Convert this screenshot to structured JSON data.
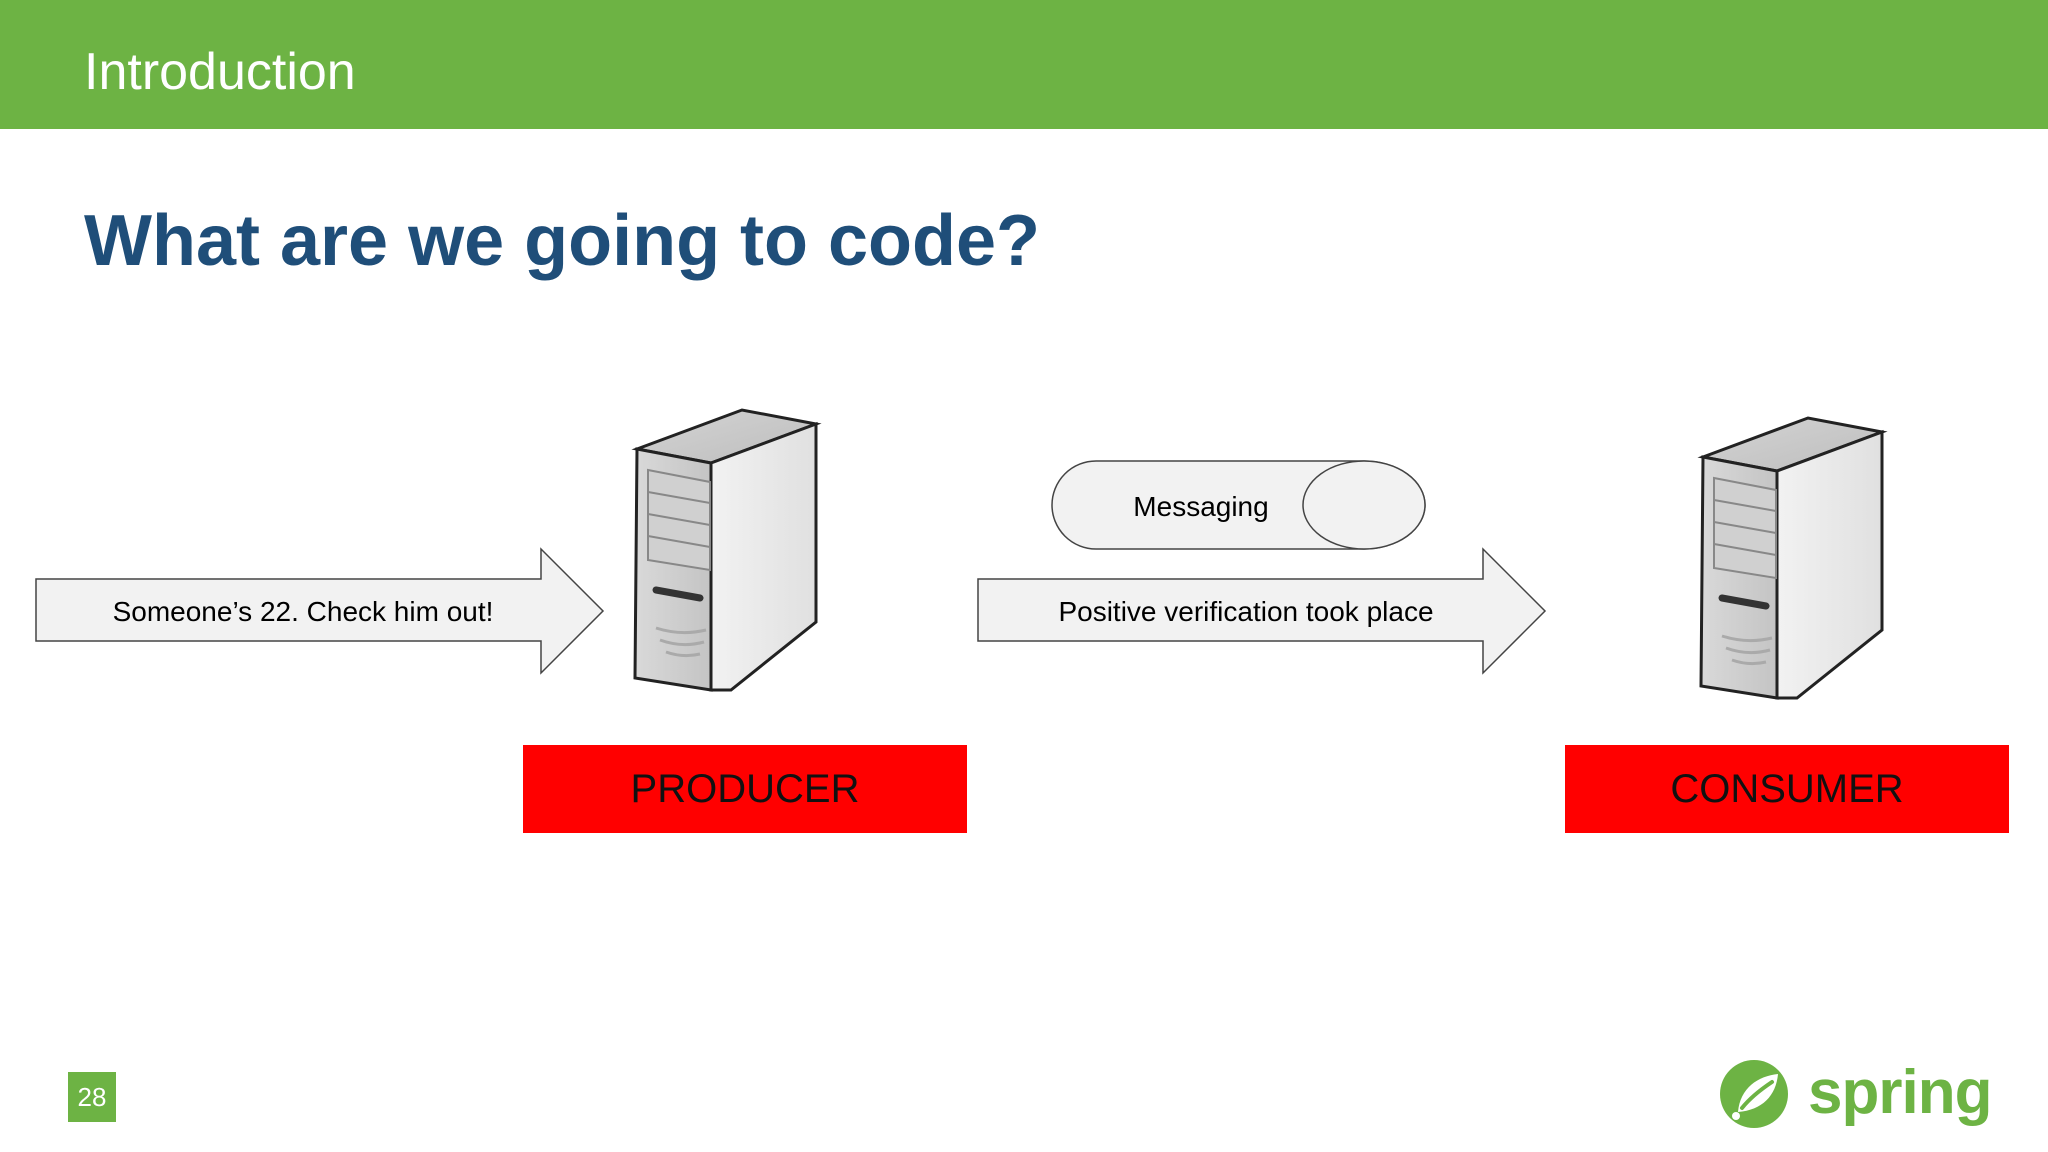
{
  "header": {
    "title": "Introduction"
  },
  "slide": {
    "title": "What are we going to code?",
    "page_number": "28"
  },
  "diagram": {
    "input_arrow_label": "Someone’s 22. Check him out!",
    "messaging_label": "Messaging",
    "output_arrow_label": "Positive verification took place",
    "producer_label": "PRODUCER",
    "consumer_label": "CONSUMER"
  },
  "logo": {
    "text": "spring"
  },
  "colors": {
    "header_green": "#6db344",
    "title_blue": "#1f4e79",
    "label_red": "#ff0000"
  }
}
